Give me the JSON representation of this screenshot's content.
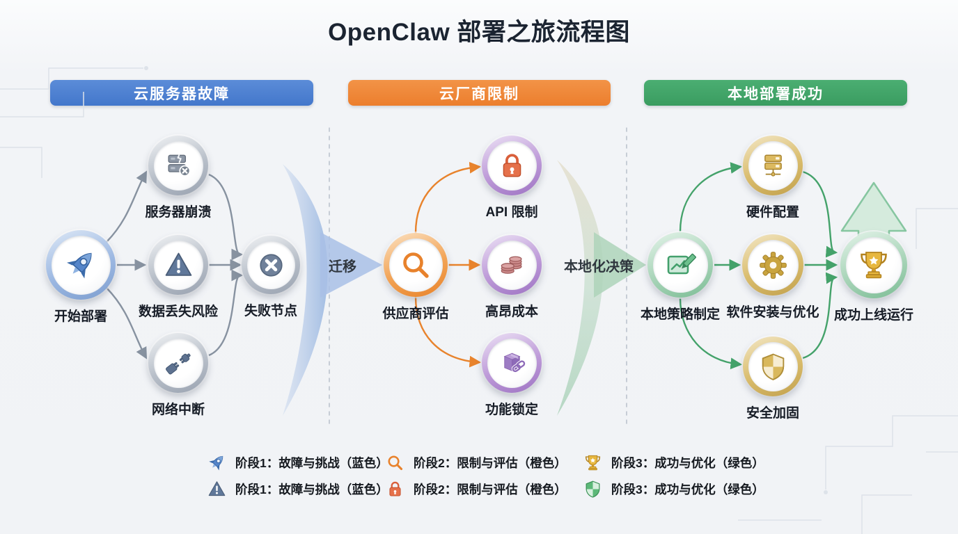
{
  "title": "OpenClaw 部署之旅流程图",
  "phase_headers": [
    {
      "label": "云服务器故障",
      "color": "#4a7fd1"
    },
    {
      "label": "云厂商限制",
      "color": "#ee832f"
    },
    {
      "label": "本地部署成功",
      "color": "#3fa468"
    }
  ],
  "nodes": {
    "start": {
      "label": "开始部署",
      "icon": "rocket-icon"
    },
    "server_crash": {
      "label": "服务器崩溃",
      "icon": "broken-server-icon"
    },
    "data_loss": {
      "label": "数据丢失风险",
      "icon": "warning-icon"
    },
    "network_down": {
      "label": "网络中断",
      "icon": "unplugged-icon"
    },
    "fail_node": {
      "label": "失败节点",
      "icon": "x-circle-icon"
    },
    "vendor_eval": {
      "label": "供应商评估",
      "icon": "magnifier-icon"
    },
    "api_limit": {
      "label": "API 限制",
      "icon": "lock-icon"
    },
    "high_cost": {
      "label": "高昂成本",
      "icon": "coins-icon"
    },
    "feature_lock": {
      "label": "功能锁定",
      "icon": "box-chain-icon"
    },
    "local_strategy": {
      "label": "本地策略制定",
      "icon": "blueprint-icon"
    },
    "hardware": {
      "label": "硬件配置",
      "icon": "server-icon"
    },
    "software": {
      "label": "软件安装与优化",
      "icon": "gear-icon"
    },
    "security": {
      "label": "安全加固",
      "icon": "shield-icon"
    },
    "success": {
      "label": "成功上线运行",
      "icon": "trophy-icon"
    }
  },
  "transition_labels": {
    "migrate": "迁移",
    "localize": "本地化决策"
  },
  "legend": [
    {
      "icon": "rocket-icon",
      "label": "阶段1：故障与挑战（蓝色）"
    },
    {
      "icon": "magnifier-icon",
      "label": "阶段2：限制与评估（橙色）"
    },
    {
      "icon": "trophy-icon",
      "label": "阶段3：成功与优化（绿色）"
    },
    {
      "icon": "warning-icon",
      "label": "阶段1：故障与挑战（蓝色）"
    },
    {
      "icon": "lock-icon",
      "label": "阶段2：限制与评估（橙色）"
    },
    {
      "icon": "shield-icon",
      "label": "阶段3：成功与优化（绿色）"
    }
  ]
}
